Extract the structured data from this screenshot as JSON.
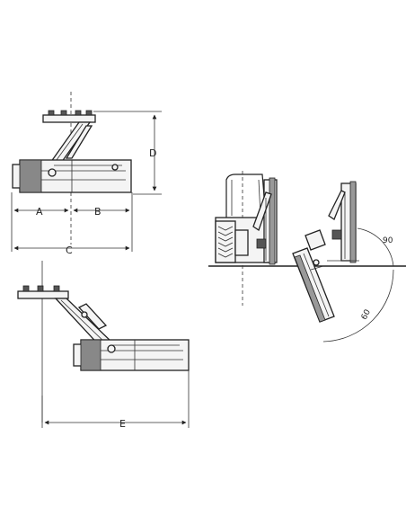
{
  "dimensions": {
    "a": "A",
    "b": "B",
    "c": "C",
    "d": "D",
    "e": "E"
  },
  "angles": {
    "upper": "90",
    "lower": "60"
  }
}
